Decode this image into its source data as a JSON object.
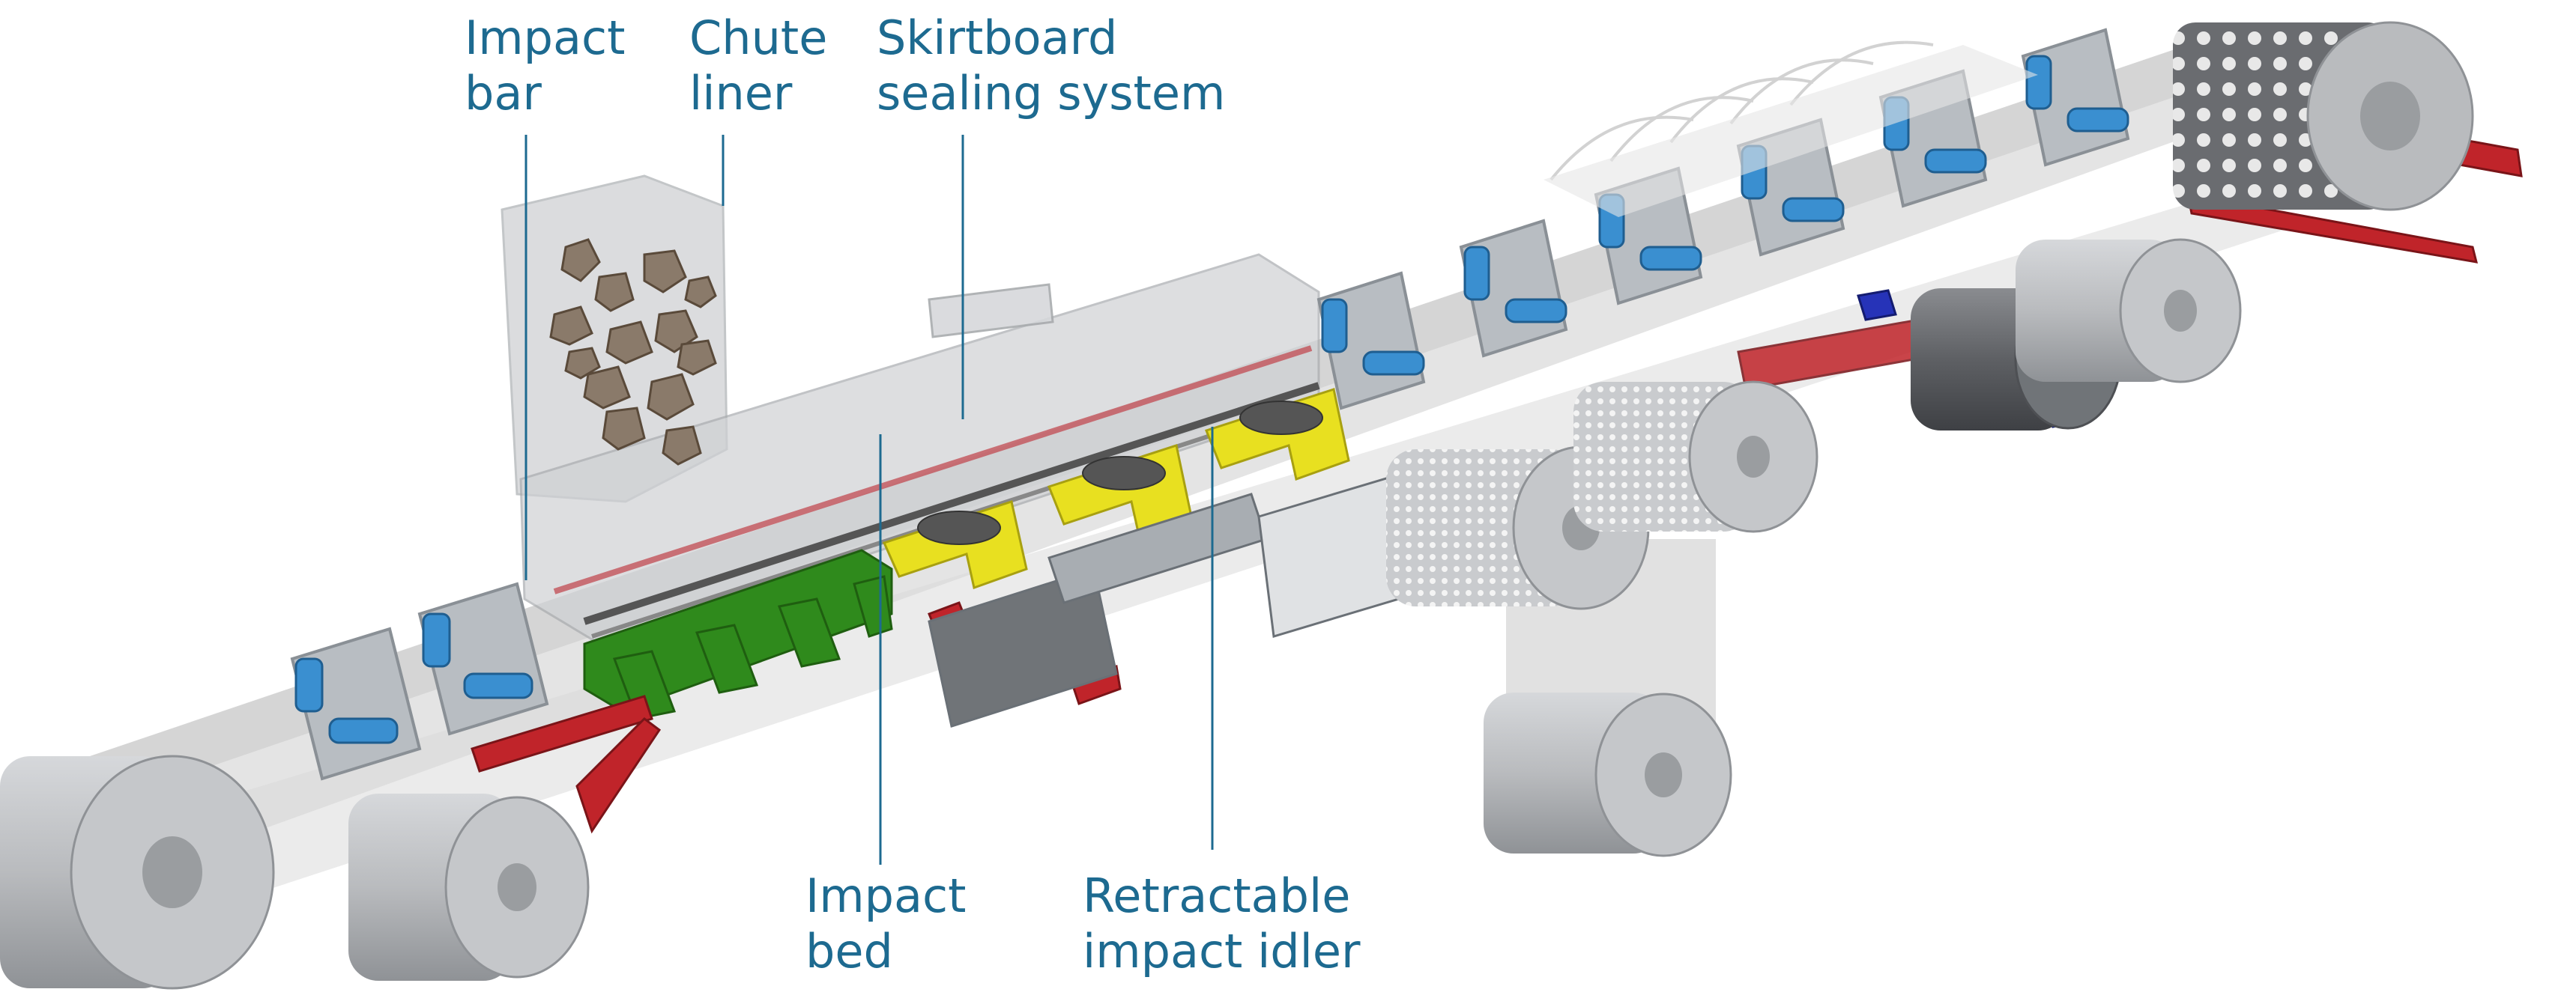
{
  "labels": {
    "impact_bar": {
      "line1": "Impact",
      "line2": "bar"
    },
    "chute_liner": {
      "line1": "Chute",
      "line2": "liner"
    },
    "skirtboard": {
      "line1": "Skirtboard",
      "line2": "sealing system"
    },
    "impact_bed": {
      "line1": "Impact",
      "line2": "bed"
    },
    "retractable_idler": {
      "line1": "Retractable",
      "line2": "impact idler"
    }
  },
  "colors": {
    "label_text": "#1d6a90",
    "leader_line": "#1d6a90",
    "belt": "#dcdcdc",
    "pulley": "#b5b7ba",
    "idler_roll": "#3a8fd0",
    "impact_bed": "#2f8a1c",
    "retractable_idler": "#e8e020",
    "cleaner": "#c0242a",
    "tracker": "#2633b8",
    "rock": "#8a7a6a",
    "frame": "#9aa0a6"
  }
}
